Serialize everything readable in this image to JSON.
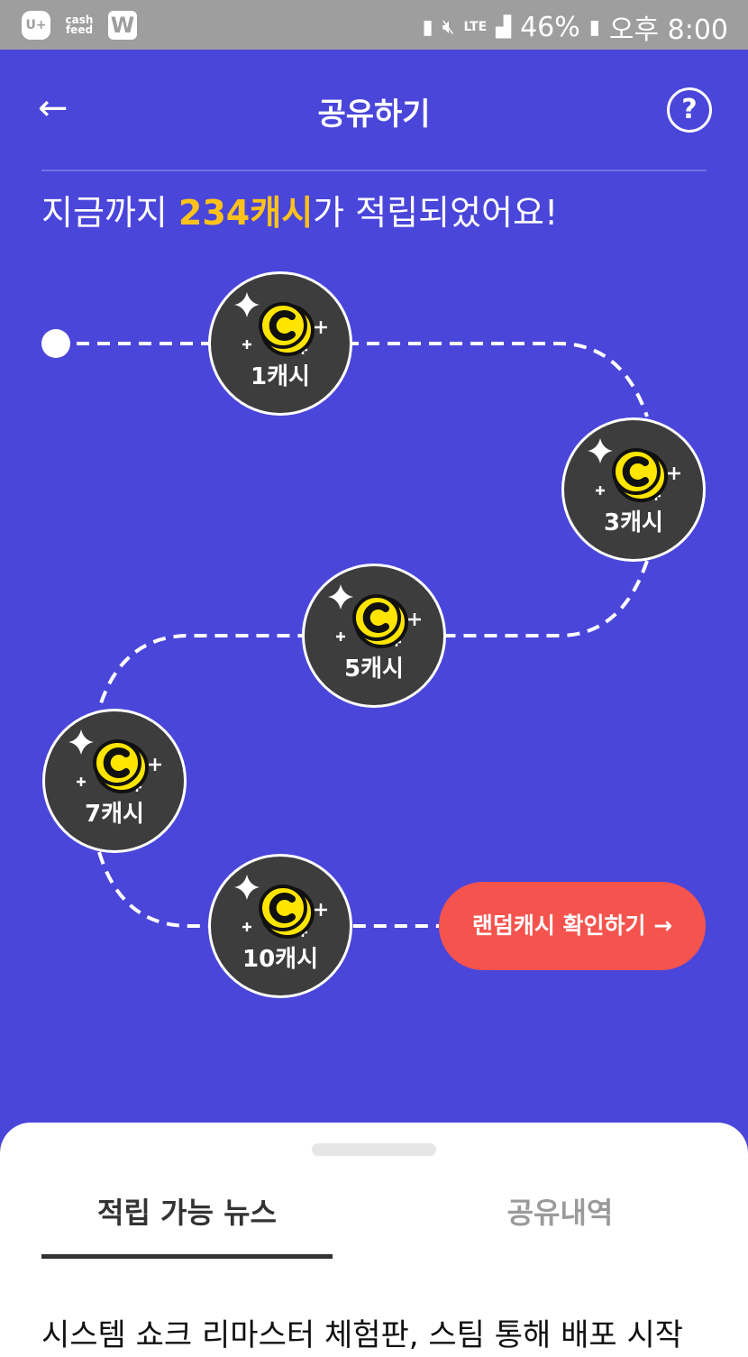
{
  "status_bar": {
    "apps": [
      "U+",
      "cash feed",
      "W"
    ],
    "network": "LTE",
    "battery": "46%",
    "time": "오후 8:00"
  },
  "header": {
    "title": "공유하기",
    "help": "?"
  },
  "summary": {
    "prefix": "지금까지 ",
    "amount": "234캐시",
    "suffix": "가 적립되었어요!"
  },
  "nodes": [
    {
      "label": "1캐시"
    },
    {
      "label": "3캐시"
    },
    {
      "label": "5캐시"
    },
    {
      "label": "7캐시"
    },
    {
      "label": "10캐시"
    }
  ],
  "cta": {
    "label": "랜덤캐시 확인하기 →"
  },
  "tabs": [
    {
      "label": "적립 가능 뉴스",
      "active": true
    },
    {
      "label": "공유내역",
      "active": false
    }
  ],
  "news": [
    {
      "title": "시스템 쇼크 리마스터 체험판, 스팀 통해 배포 시작"
    }
  ],
  "colors": {
    "background": "#4A46DA",
    "highlight": "#FFC21A",
    "cta": "#F5534E",
    "node": "#3D3D3D",
    "coin": "#FFE500"
  }
}
